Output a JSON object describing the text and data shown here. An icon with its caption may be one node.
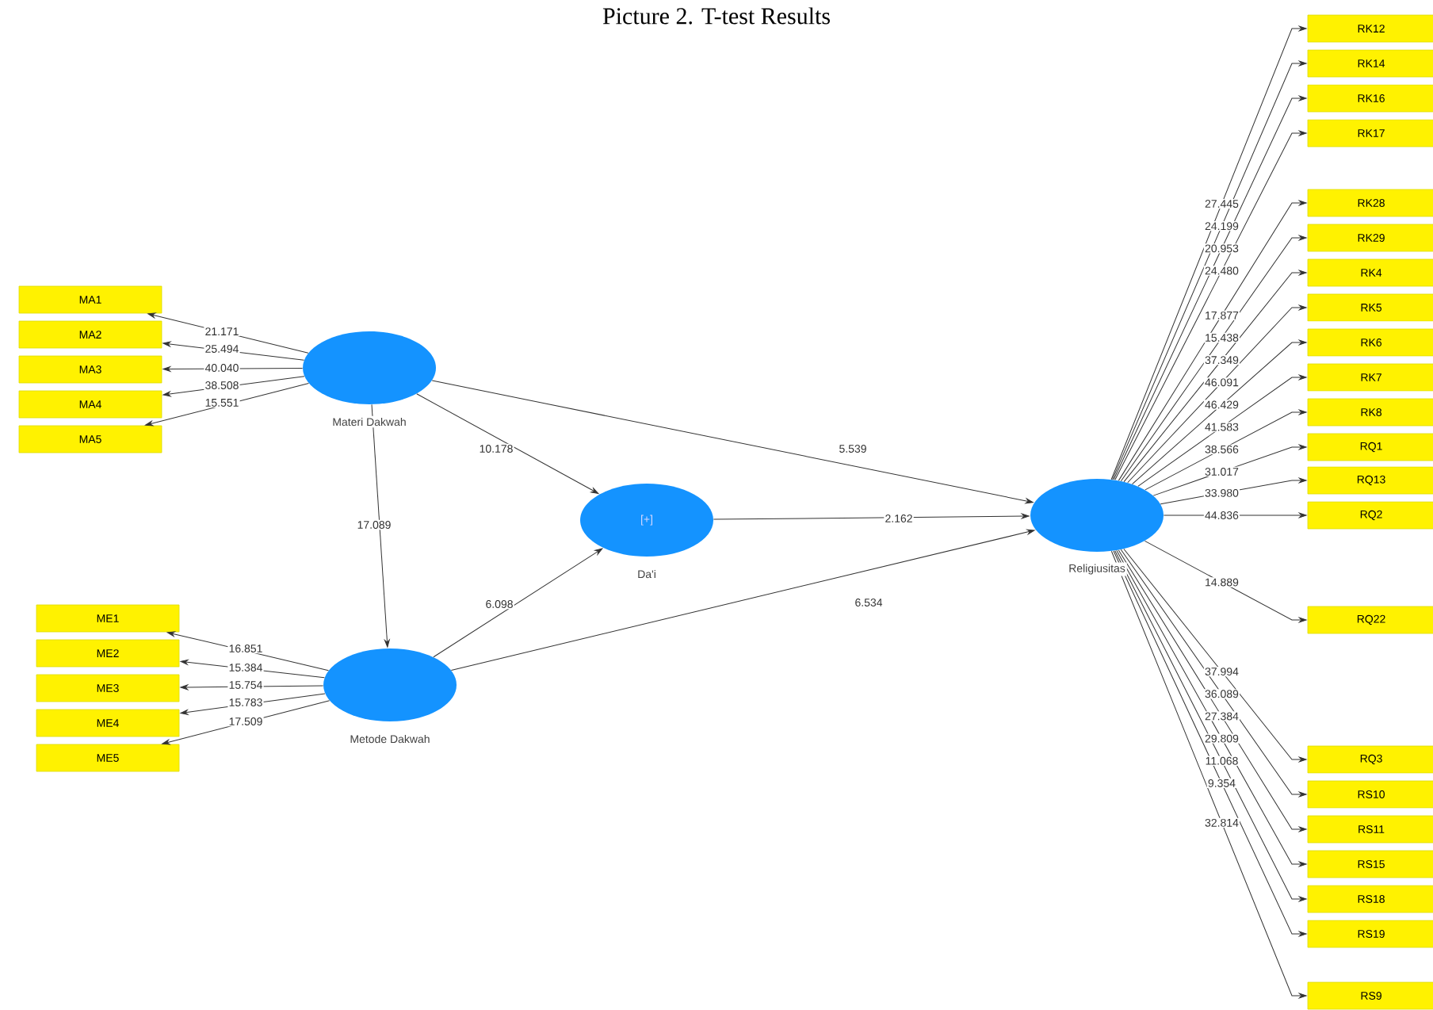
{
  "diagram": {
    "title": "Picture 2. T-test Results",
    "nodes": [
      {
        "text": [
          "Materi Dakwah"
        ]
      },
      {
        "text": [
          "MA1"
        ]
      },
      {
        "text": [
          "MA2"
        ]
      },
      {
        "text": [
          "MA3"
        ]
      },
      {
        "text": [
          "MA4"
        ]
      },
      {
        "text": [
          "MA5"
        ]
      },
      {
        "text": [
          "Metode Dakwah"
        ]
      },
      {
        "text": [
          "ME1"
        ]
      },
      {
        "text": [
          "ME2"
        ]
      },
      {
        "text": [
          "ME3"
        ]
      },
      {
        "text": [
          "ME4"
        ]
      },
      {
        "text": [
          "ME5"
        ]
      },
      {
        "text": [
          "[+]",
          "Da'i"
        ]
      },
      {
        "text": [
          "Religiusitas"
        ]
      },
      {
        "text": [
          "RK12"
        ]
      },
      {
        "text": [
          "RK14"
        ]
      },
      {
        "text": [
          "RK16"
        ]
      },
      {
        "text": [
          "RK17"
        ]
      },
      {
        "text": [
          "RK28"
        ]
      },
      {
        "text": [
          "RK29"
        ]
      },
      {
        "text": [
          "RK4"
        ]
      },
      {
        "text": [
          "RK5"
        ]
      },
      {
        "text": [
          "RK6"
        ]
      },
      {
        "text": [
          "RK7"
        ]
      },
      {
        "text": [
          "RK8"
        ]
      },
      {
        "text": [
          "RQ1"
        ]
      },
      {
        "text": [
          "RQ13"
        ]
      },
      {
        "text": [
          "RQ2"
        ]
      },
      {
        "text": [
          "RQ22"
        ]
      },
      {
        "text": [
          "RQ3"
        ]
      },
      {
        "text": [
          "RS10"
        ]
      },
      {
        "text": [
          "RS11"
        ]
      },
      {
        "text": [
          "RS15"
        ]
      },
      {
        "text": [
          "RS18"
        ]
      },
      {
        "text": [
          "RS19"
        ]
      },
      {
        "text": [
          "RS9"
        ]
      }
    ],
    "edges": [
      {
        "from": 0,
        "to": 1,
        "arrow": "to",
        "label": "21.171"
      },
      {
        "from": 0,
        "to": 2,
        "arrow": "to",
        "label": "25.494"
      },
      {
        "from": 0,
        "to": 3,
        "arrow": "to",
        "label": "40.040"
      },
      {
        "from": 0,
        "to": 4,
        "arrow": "to",
        "label": "38.508"
      },
      {
        "from": 0,
        "to": 5,
        "arrow": "to",
        "label": "15.551"
      },
      {
        "from": 6,
        "to": 7,
        "arrow": "to",
        "label": "16.851"
      },
      {
        "from": 6,
        "to": 8,
        "arrow": "to",
        "label": "15.384"
      },
      {
        "from": 6,
        "to": 9,
        "arrow": "to",
        "label": "15.754"
      },
      {
        "from": 6,
        "to": 10,
        "arrow": "to",
        "label": "15.783"
      },
      {
        "from": 6,
        "to": 11,
        "arrow": "to",
        "label": "17.509"
      },
      {
        "from": 0,
        "to": 12,
        "arrow": "to",
        "label": "10.178"
      },
      {
        "from": 0,
        "to": 13,
        "arrow": "to",
        "label": "5.539"
      },
      {
        "from": 0,
        "to": 6,
        "arrow": "to",
        "label": "17.089"
      },
      {
        "from": 6,
        "to": 12,
        "arrow": "to",
        "label": "6.098"
      },
      {
        "from": 6,
        "to": 13,
        "arrow": "to",
        "label": "6.534"
      },
      {
        "from": 12,
        "to": 13,
        "arrow": "to",
        "label": "2.162"
      },
      {
        "from": 13,
        "to": 14,
        "arrow": "to",
        "label": "27.445"
      },
      {
        "from": 13,
        "to": 15,
        "arrow": "to",
        "label": "24.199"
      },
      {
        "from": 13,
        "to": 16,
        "arrow": "to",
        "label": "20.953"
      },
      {
        "from": 13,
        "to": 17,
        "arrow": "to",
        "label": "24.480"
      },
      {
        "from": 13,
        "to": 18,
        "arrow": "to",
        "label": "17.877"
      },
      {
        "from": 13,
        "to": 19,
        "arrow": "to",
        "label": "15.438"
      },
      {
        "from": 13,
        "to": 20,
        "arrow": "to",
        "label": "37.349"
      },
      {
        "from": 13,
        "to": 21,
        "arrow": "to",
        "label": "46.091"
      },
      {
        "from": 13,
        "to": 22,
        "arrow": "to",
        "label": "46.429"
      },
      {
        "from": 13,
        "to": 23,
        "arrow": "to",
        "label": "41.583"
      },
      {
        "from": 13,
        "to": 24,
        "arrow": "to",
        "label": "38.566"
      },
      {
        "from": 13,
        "to": 25,
        "arrow": "to",
        "label": "31.017"
      },
      {
        "from": 13,
        "to": 26,
        "arrow": "to",
        "label": "33.980"
      },
      {
        "from": 13,
        "to": 27,
        "arrow": "to",
        "label": "44.836"
      },
      {
        "from": 13,
        "to": 28,
        "arrow": "to",
        "label": "14.889"
      },
      {
        "from": 13,
        "to": 29,
        "arrow": "to",
        "label": "37.994"
      },
      {
        "from": 13,
        "to": 30,
        "arrow": "to",
        "label": "36.089"
      },
      {
        "from": 13,
        "to": 31,
        "arrow": "to",
        "label": "27.384"
      },
      {
        "from": 13,
        "to": 32,
        "arrow": "to",
        "label": "29.809"
      },
      {
        "from": 13,
        "to": 33,
        "arrow": "to",
        "label": "11.068"
      },
      {
        "from": 13,
        "to": 34,
        "arrow": "to",
        "label": "9.354"
      },
      {
        "from": 13,
        "to": 35,
        "arrow": "to",
        "label": "32.814"
      }
    ]
  }
}
